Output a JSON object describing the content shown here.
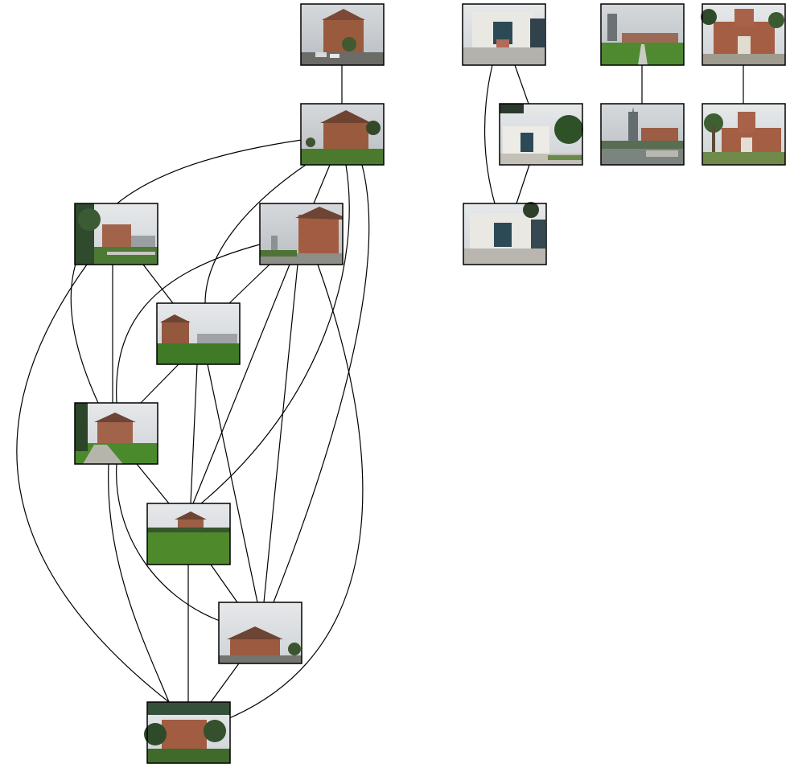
{
  "diagram": {
    "type": "image-similarity-graph",
    "nodes": [
      {
        "id": "n1",
        "scene": "brick-building-with-parked-cars"
      },
      {
        "id": "n2",
        "scene": "brick-building-with-lawn"
      },
      {
        "id": "n3",
        "scene": "brick-building-behind-trees"
      },
      {
        "id": "n4",
        "scene": "brick-building-side-view-with-street"
      },
      {
        "id": "n5",
        "scene": "brick-building-far-with-lawn"
      },
      {
        "id": "n6",
        "scene": "brick-building-with-path-and-lawn"
      },
      {
        "id": "n7",
        "scene": "brick-building-across-grass-field"
      },
      {
        "id": "n8",
        "scene": "brick-building-front-view"
      },
      {
        "id": "n9",
        "scene": "brick-building-framed-by-trees"
      },
      {
        "id": "n10",
        "scene": "white-building-plaza"
      },
      {
        "id": "n11",
        "scene": "white-building-with-tree"
      },
      {
        "id": "n12",
        "scene": "white-building-front-plaza"
      },
      {
        "id": "n13",
        "scene": "tower-with-walkway-over-lawn"
      },
      {
        "id": "n14",
        "scene": "tower-across-lake"
      },
      {
        "id": "n15",
        "scene": "red-brick-hall-with-palm-trees"
      },
      {
        "id": "n16",
        "scene": "red-brick-hall-front-with-palm"
      }
    ],
    "edges": [
      [
        "n1",
        "n2"
      ],
      [
        "n2",
        "n6"
      ],
      [
        "n2",
        "n5"
      ],
      [
        "n2",
        "n4"
      ],
      [
        "n2",
        "n7"
      ],
      [
        "n2",
        "n8"
      ],
      [
        "n3",
        "n5"
      ],
      [
        "n3",
        "n6"
      ],
      [
        "n3",
        "n9"
      ],
      [
        "n4",
        "n5"
      ],
      [
        "n4",
        "n6"
      ],
      [
        "n4",
        "n7"
      ],
      [
        "n4",
        "n8"
      ],
      [
        "n4",
        "n9"
      ],
      [
        "n5",
        "n6"
      ],
      [
        "n5",
        "n7"
      ],
      [
        "n5",
        "n8"
      ],
      [
        "n6",
        "n7"
      ],
      [
        "n6",
        "n8"
      ],
      [
        "n6",
        "n9"
      ],
      [
        "n7",
        "n8"
      ],
      [
        "n7",
        "n9"
      ],
      [
        "n8",
        "n9"
      ],
      [
        "n10",
        "n11"
      ],
      [
        "n10",
        "n12"
      ],
      [
        "n11",
        "n12"
      ],
      [
        "n13",
        "n14"
      ],
      [
        "n15",
        "n16"
      ]
    ]
  }
}
